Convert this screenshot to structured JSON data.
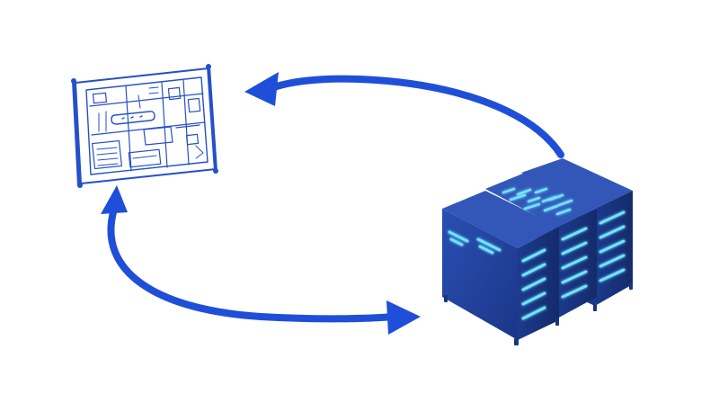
{
  "diagram": {
    "nodes": [
      {
        "id": "blueprint",
        "icon": "blueprint-icon"
      },
      {
        "id": "server-racks",
        "icon": "server-rack-icon"
      }
    ],
    "edges": [
      {
        "from": "server-racks",
        "to": "blueprint",
        "style": "curved-arrow"
      },
      {
        "from": "blueprint",
        "to": "server-racks",
        "style": "curved-arrow"
      }
    ]
  },
  "colors": {
    "arrow": "#1f4fd8",
    "blueprint_line": "#2550c9",
    "rack_front": "#22439f",
    "rack_side": "#1a3580",
    "rack_top": "#3257b8",
    "led": "#6fe3ff"
  }
}
